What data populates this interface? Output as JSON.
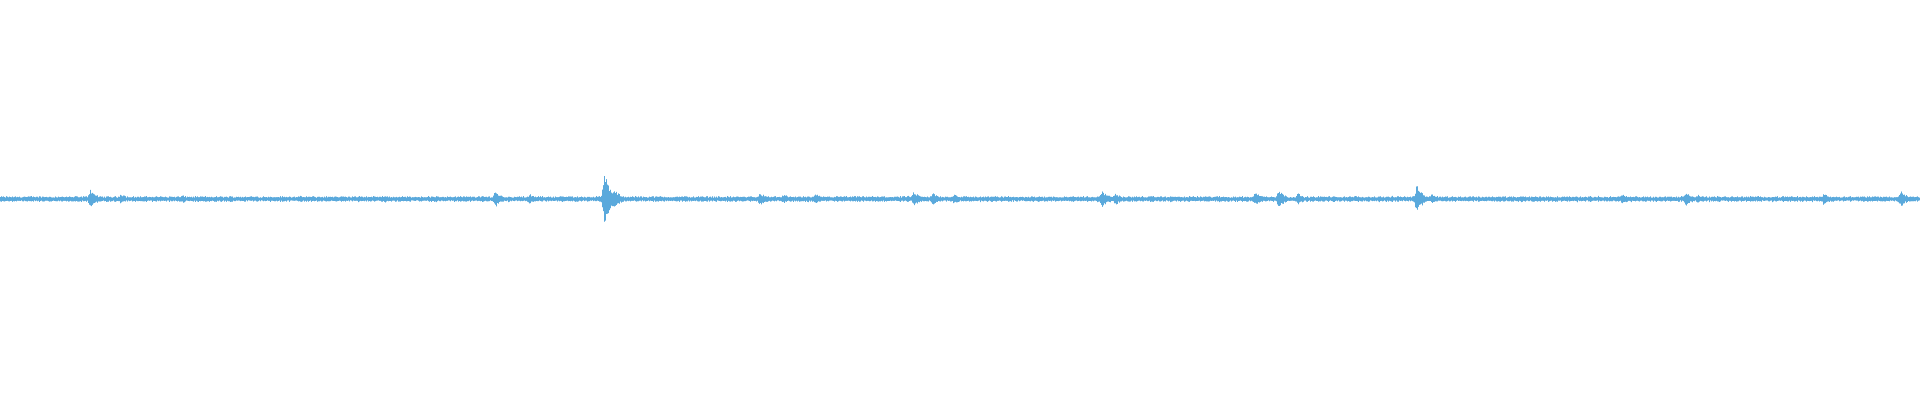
{
  "waveform": {
    "color": "#5aa9dc",
    "background": "#ffffff",
    "baseline_amplitude": 0.05,
    "noise_amplitude": 0.06,
    "peaks": [
      {
        "t": 0.047,
        "amp": 0.22
      },
      {
        "t": 0.063,
        "amp": 0.12
      },
      {
        "t": 0.095,
        "amp": 0.08
      },
      {
        "t": 0.2,
        "amp": 0.09
      },
      {
        "t": 0.258,
        "amp": 0.18
      },
      {
        "t": 0.276,
        "amp": 0.1
      },
      {
        "t": 0.315,
        "amp": 0.62
      },
      {
        "t": 0.32,
        "amp": 0.22
      },
      {
        "t": 0.396,
        "amp": 0.14
      },
      {
        "t": 0.408,
        "amp": 0.1
      },
      {
        "t": 0.425,
        "amp": 0.1
      },
      {
        "t": 0.476,
        "amp": 0.16
      },
      {
        "t": 0.486,
        "amp": 0.14
      },
      {
        "t": 0.497,
        "amp": 0.12
      },
      {
        "t": 0.574,
        "amp": 0.2
      },
      {
        "t": 0.581,
        "amp": 0.14
      },
      {
        "t": 0.654,
        "amp": 0.16
      },
      {
        "t": 0.666,
        "amp": 0.22
      },
      {
        "t": 0.676,
        "amp": 0.12
      },
      {
        "t": 0.738,
        "amp": 0.32
      },
      {
        "t": 0.746,
        "amp": 0.12
      },
      {
        "t": 0.845,
        "amp": 0.1
      },
      {
        "t": 0.878,
        "amp": 0.16
      },
      {
        "t": 0.884,
        "amp": 0.1
      },
      {
        "t": 0.95,
        "amp": 0.14
      },
      {
        "t": 0.99,
        "amp": 0.18
      }
    ]
  }
}
